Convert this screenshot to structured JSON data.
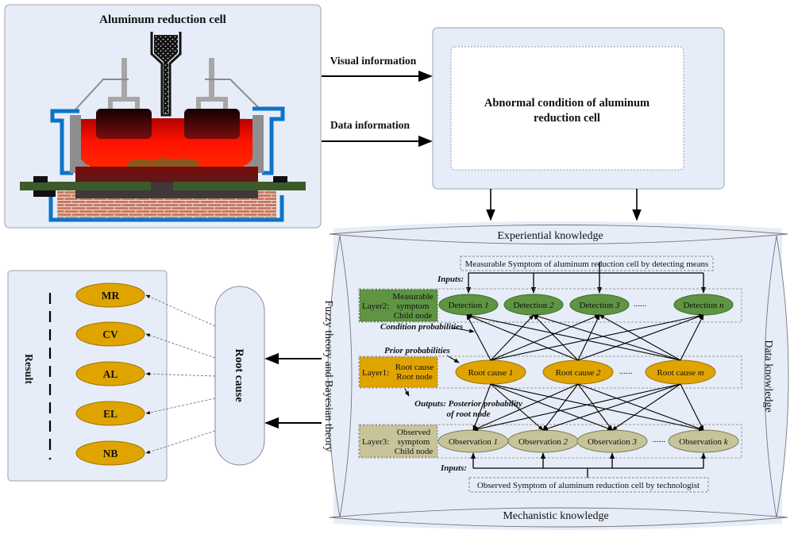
{
  "cell_panel": {
    "title": "Aluminum reduction cell"
  },
  "flows": {
    "visual": "Visual information",
    "data": "Data information"
  },
  "abnormal_box": {
    "line1": "Abnormal condition of aluminum",
    "line2": "reduction cell"
  },
  "knowledge": {
    "top": "Experiential knowledge",
    "bottom": "Mechanistic knowledge",
    "left": "Fuzzy  theory and Bayesian theory",
    "right": "Data knowledge"
  },
  "network": {
    "measurable_source": "Measurable Symptom of aluminum reduction cell by detecting means",
    "observed_source": "Observed Symptom of aluminum reduction cell by technologist",
    "inputs_label": "Inputs:",
    "condition_prob": "Condition probabilities",
    "prior_prob": "Prior probabilities",
    "outputs_line1": "Outputs: Posterior probability",
    "outputs_line2": "of root node",
    "layer2": {
      "tag": "Layer2:",
      "l1": "Measurable",
      "l2": "symptom",
      "l3": "Child node"
    },
    "layer1": {
      "tag": "Layer1:",
      "l1": "Root cause",
      "l2": "Root node"
    },
    "layer3": {
      "tag": "Layer3:",
      "l1": "Observed",
      "l2": "symptom",
      "l3": "Child node"
    },
    "detections": [
      {
        "base": "Detection ",
        "idx": "1"
      },
      {
        "base": "Detection ",
        "idx": "2"
      },
      {
        "base": "Detection ",
        "idx": "3"
      },
      {
        "base": "Detection ",
        "idx": "n"
      }
    ],
    "root_causes": [
      {
        "base": "Root cause ",
        "idx": "1"
      },
      {
        "base": "Root cause ",
        "idx": "2"
      },
      {
        "base": "Root cause ",
        "idx": "m"
      }
    ],
    "observations": [
      {
        "base": "Observation ",
        "idx": "1"
      },
      {
        "base": "Observation ",
        "idx": "2"
      },
      {
        "base": "Observation ",
        "idx": "3"
      },
      {
        "base": "Observation ",
        "idx": "k"
      }
    ],
    "ellipsis": "......"
  },
  "root_cause_pill": "Root cause",
  "result": {
    "label": "Result",
    "items": [
      "MR",
      "CV",
      "AL",
      "EL",
      "NB"
    ]
  },
  "colors": {
    "panel_bg": "#e6edf8",
    "layer2_green": "#5e9442",
    "layer1_gold": "#e0a400",
    "layer3_khaki": "#c7c49a",
    "red_melt": "#ff1a00",
    "cell_blue": "#0c74c8"
  }
}
